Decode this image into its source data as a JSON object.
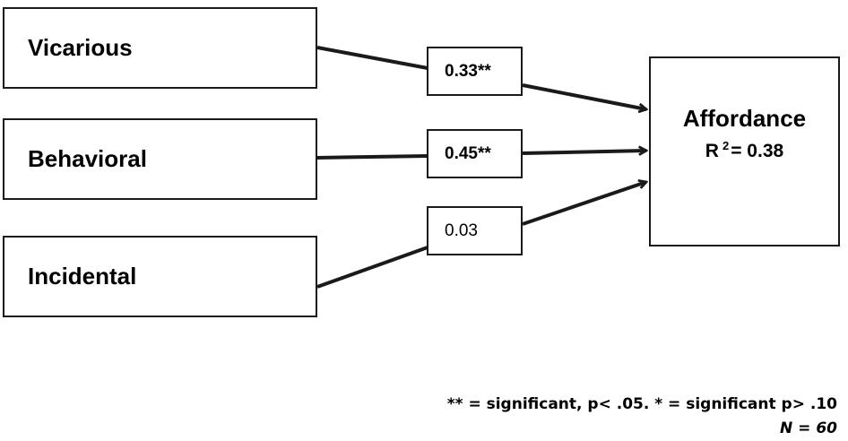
{
  "predictors": [
    {
      "label": "Vicarious"
    },
    {
      "label": "Behavioral"
    },
    {
      "label": "Incidental"
    }
  ],
  "coefficients": [
    {
      "value": "0.33**",
      "bold": true
    },
    {
      "value": "0.45**",
      "bold": true
    },
    {
      "value": "0.03",
      "bold": false
    }
  ],
  "outcome": {
    "title": "Affordance",
    "stat_prefix": "R",
    "stat_superscript": "2",
    "stat_suffix": "= 0.38"
  },
  "legend": {
    "significance_note": "** = significant, p< .05. * = significant p> .10",
    "sample_size": "N = 60"
  },
  "colors": {
    "line": "#1a1a1a",
    "border": "#1a1a1a",
    "text": "#000000"
  }
}
